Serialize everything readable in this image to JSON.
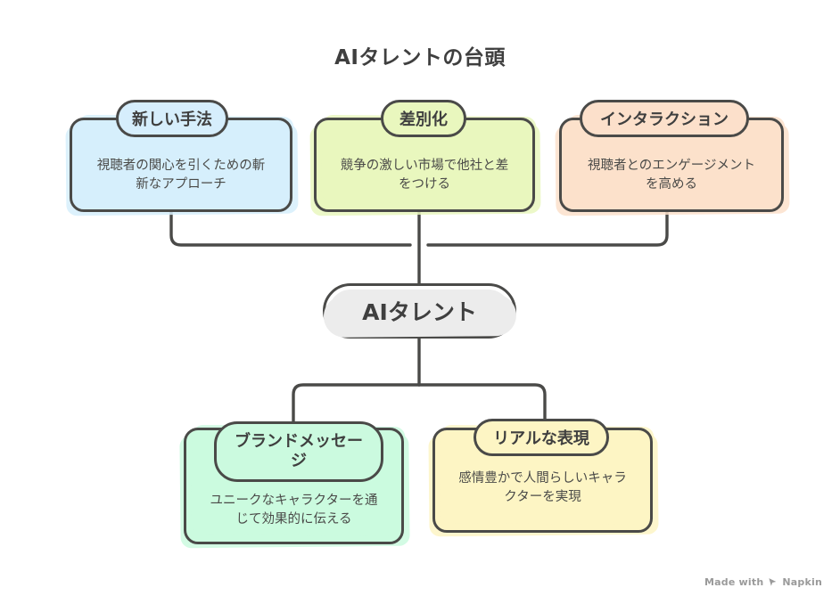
{
  "title": "AIタレントの台頭",
  "colors": {
    "outline": "#4a4a48",
    "text": "#3f3f3f",
    "background": "#ffffff",
    "node_new_method": "#d6eefc",
    "node_differentiation": "#e9f7be",
    "node_interaction": "#fce0cb",
    "node_brand_message": "#cbfadf",
    "node_realistic": "#fdf5c4",
    "hub": "#ececec",
    "watermark": "#9a9a9a"
  },
  "hub": {
    "label": "AIタレント"
  },
  "nodes": [
    {
      "id": "new-method",
      "label": "新しい手法",
      "description": "視聴者の関心を引くための斬\n新なアプローチ"
    },
    {
      "id": "differentiation",
      "label": "差別化",
      "description": "競争の激しい市場で他社と差\nをつける"
    },
    {
      "id": "interaction",
      "label": "インタラクション",
      "description": "視聴者とのエンゲージメント\nを高める"
    },
    {
      "id": "brand-message",
      "label": "ブランドメッセー\nジ",
      "description": "ユニークなキャラクターを通\nじて効果的に伝える"
    },
    {
      "id": "realistic-expression",
      "label": "リアルな表現",
      "description": "感情豊かで人間らしいキャラ\nクターを実現"
    }
  ],
  "watermark": {
    "text_before": "Made with",
    "brand": "Napkin",
    "icon": "napkin-logo-icon"
  }
}
